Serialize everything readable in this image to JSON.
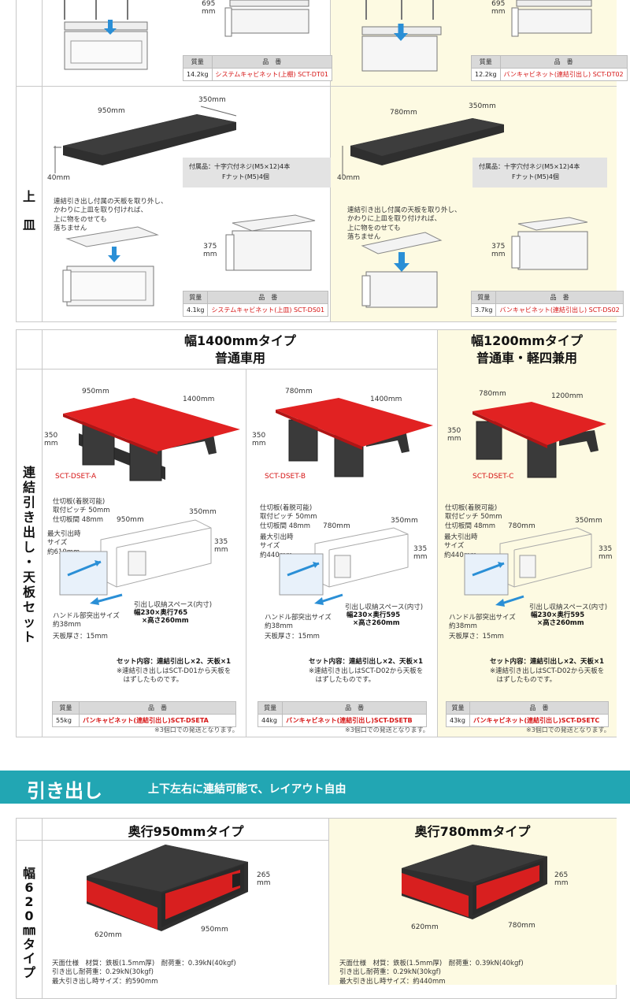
{
  "colors": {
    "accent_red": "#d61515",
    "banner_teal": "#22a6b3",
    "cell_yellow": "#fdfae2",
    "metal_dark": "#333333",
    "metal_top": "#e12222"
  },
  "labels": {
    "weight": "質量",
    "part_no": "品　番"
  },
  "top_section": {
    "left": {
      "dim_height": "695\nmm",
      "weight": "14.2kg",
      "code": "システムキャビネット(上棚) SCT-DT01"
    },
    "right": {
      "dim_height": "695\nmm",
      "weight": "12.2kg",
      "code": "バンキャビネット(連結引出し) SCT-DT02"
    }
  },
  "tray_section": {
    "title_chars": [
      "上",
      "皿"
    ],
    "left": {
      "dim_depth": "950mm",
      "dim_width": "350mm",
      "dim_h": "40mm",
      "acc_line1": "付属品：十字穴付ネジ(M5×12)4本",
      "acc_line2": "Fナット(M5)4個",
      "note": "連結引き出し付属の天板を取り外し、\nかわりに上皿を取り付ければ、\n上に物をのせても\n落ちません",
      "dim_height": "375\nmm",
      "weight": "4.1kg",
      "code": "システムキャビネット(上皿) SCT-DS01"
    },
    "right": {
      "dim_depth": "780mm",
      "dim_width": "350mm",
      "dim_h": "40mm",
      "acc_line1": "付属品：十字穴付ネジ(M5×12)4本",
      "acc_line2": "Fナット(M5)4個",
      "note": "連結引き出し付属の天板を取り外し、\nかわりに上皿を取り付ければ、\n上に物をのせても\n落ちません",
      "dim_height": "375\nmm",
      "weight": "3.7kg",
      "code": "バンキャビネット(連結引出し) SCT-DS02"
    }
  },
  "set_section": {
    "title_chars": [
      "連",
      "結",
      "引",
      "き",
      "出",
      "し",
      "・",
      "天",
      "板",
      "セ",
      "ッ",
      "ト"
    ],
    "header_1400_l1": "幅1400mmタイプ",
    "header_1400_l2": "普通車用",
    "header_1200_l1": "幅1200mmタイプ",
    "header_1200_l2": "普通車・軽四兼用",
    "cols": [
      {
        "dim_d": "950mm",
        "dim_w": "1400mm",
        "dim_h": "350\nmm",
        "model": "SCT-DSET-A",
        "partition": "仕切板(着脱可能)\n取付ピッチ 50mm\n仕切板間 48mm",
        "max": "最大引出時\nサイズ\n約610mm",
        "inner_d": "950mm",
        "inner_w": "350mm",
        "inner_h": "335\nmm",
        "space": "引出し収納スペース(内寸)",
        "space_dim1": "幅230×奥行765",
        "space_dim2": "×高さ260mm",
        "handle": "ハンドル部突出サイズ\n約38mm",
        "thick": "天板厚さ：15mm",
        "set1": "セット内容：連結引出し×2、天板×1",
        "set2": "※連結引き出しはSCT-D01から天板を\n　はずしたものです。",
        "weight": "55kg",
        "code": "バンキャビネット(連結引出し)SCT-DSETA",
        "ship": "※3個口での発送となります。"
      },
      {
        "dim_d": "780mm",
        "dim_w": "1400mm",
        "dim_h": "350\nmm",
        "model": "SCT-DSET-B",
        "partition": "仕切板(着脱可能)\n取付ピッチ 50mm\n仕切板間 48mm",
        "max": "最大引出時\nサイズ\n約440mm",
        "inner_d": "780mm",
        "inner_w": "350mm",
        "inner_h": "335\nmm",
        "space": "引出し収納スペース(内寸)",
        "space_dim1": "幅230×奥行595",
        "space_dim2": "×高さ260mm",
        "handle": "ハンドル部突出サイズ\n約38mm",
        "thick": "天板厚さ：15mm",
        "set1": "セット内容：連結引出し×2、天板×1",
        "set2": "※連結引き出しはSCT-D02から天板を\n　はずしたものです。",
        "weight": "44kg",
        "code": "バンキャビネット(連結引出し)SCT-DSETB",
        "ship": "※3個口での発送となります。"
      },
      {
        "dim_d": "780mm",
        "dim_w": "1200mm",
        "dim_h": "350\nmm",
        "model": "SCT-DSET-C",
        "partition": "仕切板(着脱可能)\n取付ピッチ 50mm\n仕切板間 48mm",
        "max": "最大引出時\nサイズ\n約440mm",
        "inner_d": "780mm",
        "inner_w": "350mm",
        "inner_h": "335\nmm",
        "space": "引出し収納スペース(内寸)",
        "space_dim1": "幅230×奥行595",
        "space_dim2": "×高さ260mm",
        "handle": "ハンドル部突出サイズ\n約38mm",
        "thick": "天板厚さ：15mm",
        "set1": "セット内容：連結引出し×2、天板×1",
        "set2": "※連結引き出しはSCT-D02から天板を\n　はずしたものです。",
        "weight": "43kg",
        "code": "バンキャビネット(連結引出し)SCT-DSETC",
        "ship": "※3個口での発送となります。"
      }
    ]
  },
  "banner": {
    "title": "引き出し",
    "subtitle": "上下左右に連結可能で、レイアウト自由"
  },
  "drawer_section": {
    "title_chars": [
      "幅",
      "6",
      "2",
      "0",
      "㎜",
      "タ",
      "イ",
      "プ"
    ],
    "header_950": "奥行950mmタイプ",
    "header_780": "奥行780mmタイプ",
    "left": {
      "dim_h": "265\nmm",
      "dim_w": "620mm",
      "dim_d": "950mm",
      "spec1": "天面仕様　材質：鉄板(1.5mm厚)　耐荷重：0.39kN(40kgf)",
      "spec2": "引き出し耐荷重：0.29kN(30kgf)",
      "spec3": "最大引き出し時サイズ：約590mm"
    },
    "right": {
      "dim_h": "265\nmm",
      "dim_w": "620mm",
      "dim_d": "780mm",
      "spec1": "天面仕様　材質：鉄板(1.5mm厚)　耐荷重：0.39kN(40kgf)",
      "spec2": "引き出し耐荷重：0.29kN(30kgf)",
      "spec3": "最大引き出し時サイズ：約440mm"
    }
  }
}
